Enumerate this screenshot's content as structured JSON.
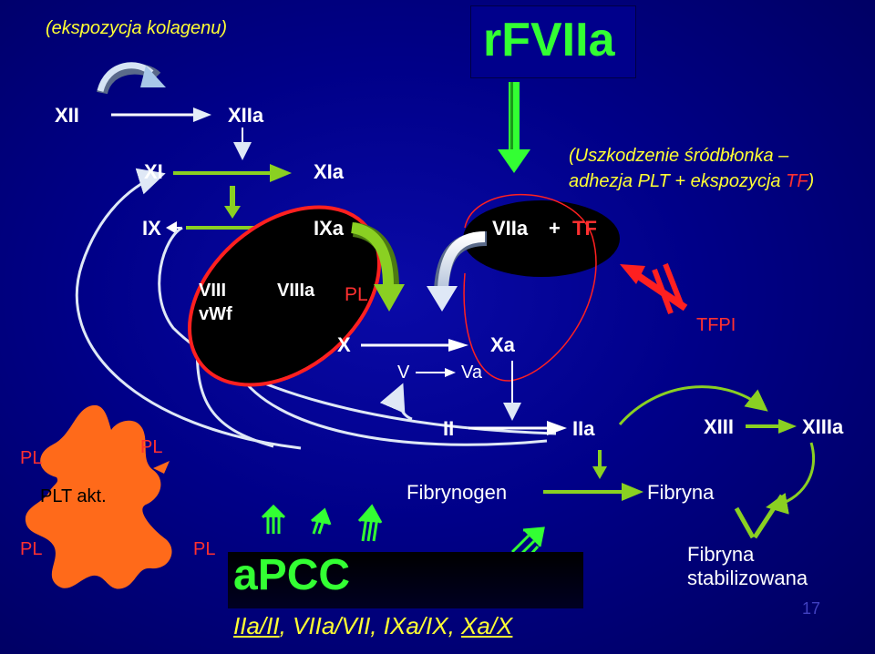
{
  "title": "rFVIIa",
  "notes": {
    "collagen": "(ekspozycja  kolagenu)",
    "injury_line1": "(Uszkodzenie  śródbłonka –",
    "injury_line2_a": "adhezja  PLT  +  ekspozycja  ",
    "injury_line2_tf": "TF",
    "injury_line2_close": ")"
  },
  "factors": {
    "xii": "XII",
    "xiia": "XIIa",
    "xi": "XI",
    "xia": "XIa",
    "ix": "IX",
    "ixa": "IXa",
    "viia": "VIIa",
    "plus": "+",
    "tf": "TF",
    "viii": "VIII",
    "vwf": "vWf",
    "viiia": "VIIIa",
    "pl_cofactor": "PL",
    "x": "X",
    "xa": "Xa",
    "v": "V",
    "va": "Va",
    "tfpi": "TFPI",
    "ii": "II",
    "iia": "IIa",
    "xiii": "XIII",
    "xiiia": "XIIIa",
    "fibrinogen": "Fibrynogen",
    "fibrin": "Fibryna",
    "fibrin_stab_1": "Fibryna",
    "fibrin_stab_2": "stabilizowana"
  },
  "platelet": {
    "label": "PLT  akt.",
    "pl_left": "PL",
    "pl_top": "PL",
    "pl_bottom_left": "PL",
    "pl_bottom_right": "PL"
  },
  "apcc": {
    "title": "aPCC",
    "pairs": [
      "IIa/II",
      "VIIa/VII",
      "IXa/IX",
      "Xa/X"
    ],
    "sep": ", "
  },
  "page_number": "17",
  "colors": {
    "background": "#00007a",
    "green_text": "#33ff33",
    "arrow_green": "#8ad022",
    "red": "#ff2020",
    "yellow": "#ffff33",
    "platelet": "#ff6a1a"
  }
}
